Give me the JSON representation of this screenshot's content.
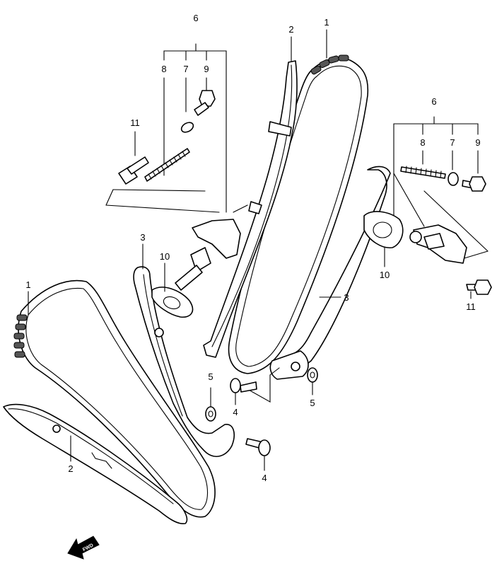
{
  "callouts": {
    "rear_tensioner_group": "6",
    "rear_tensioner_spring": "8",
    "rear_tensioner_gasket": "7",
    "rear_tensioner_bolt": "9",
    "rear_tensioner_mount_bolt": "11",
    "rear_guide_top": "2",
    "rear_chain_top": "1",
    "front_tensioner_group": "6",
    "front_tensioner_spring": "8",
    "front_tensioner_gasket": "7",
    "front_tensioner_bolt": "9",
    "front_tensioner_gasket_plate": "10",
    "front_tensioner_mount_bolt": "11",
    "front_guide_long": "3",
    "rear_guide_left": "3",
    "rear_tensioner_gasket_plate": "10",
    "front_chain": "1",
    "front_guide_lower": "2",
    "pivot_bolt_upper": "4",
    "washer_upper": "5",
    "washer_right": "5",
    "pivot_bolt_lower": "4"
  },
  "fwd_label": "FWD"
}
